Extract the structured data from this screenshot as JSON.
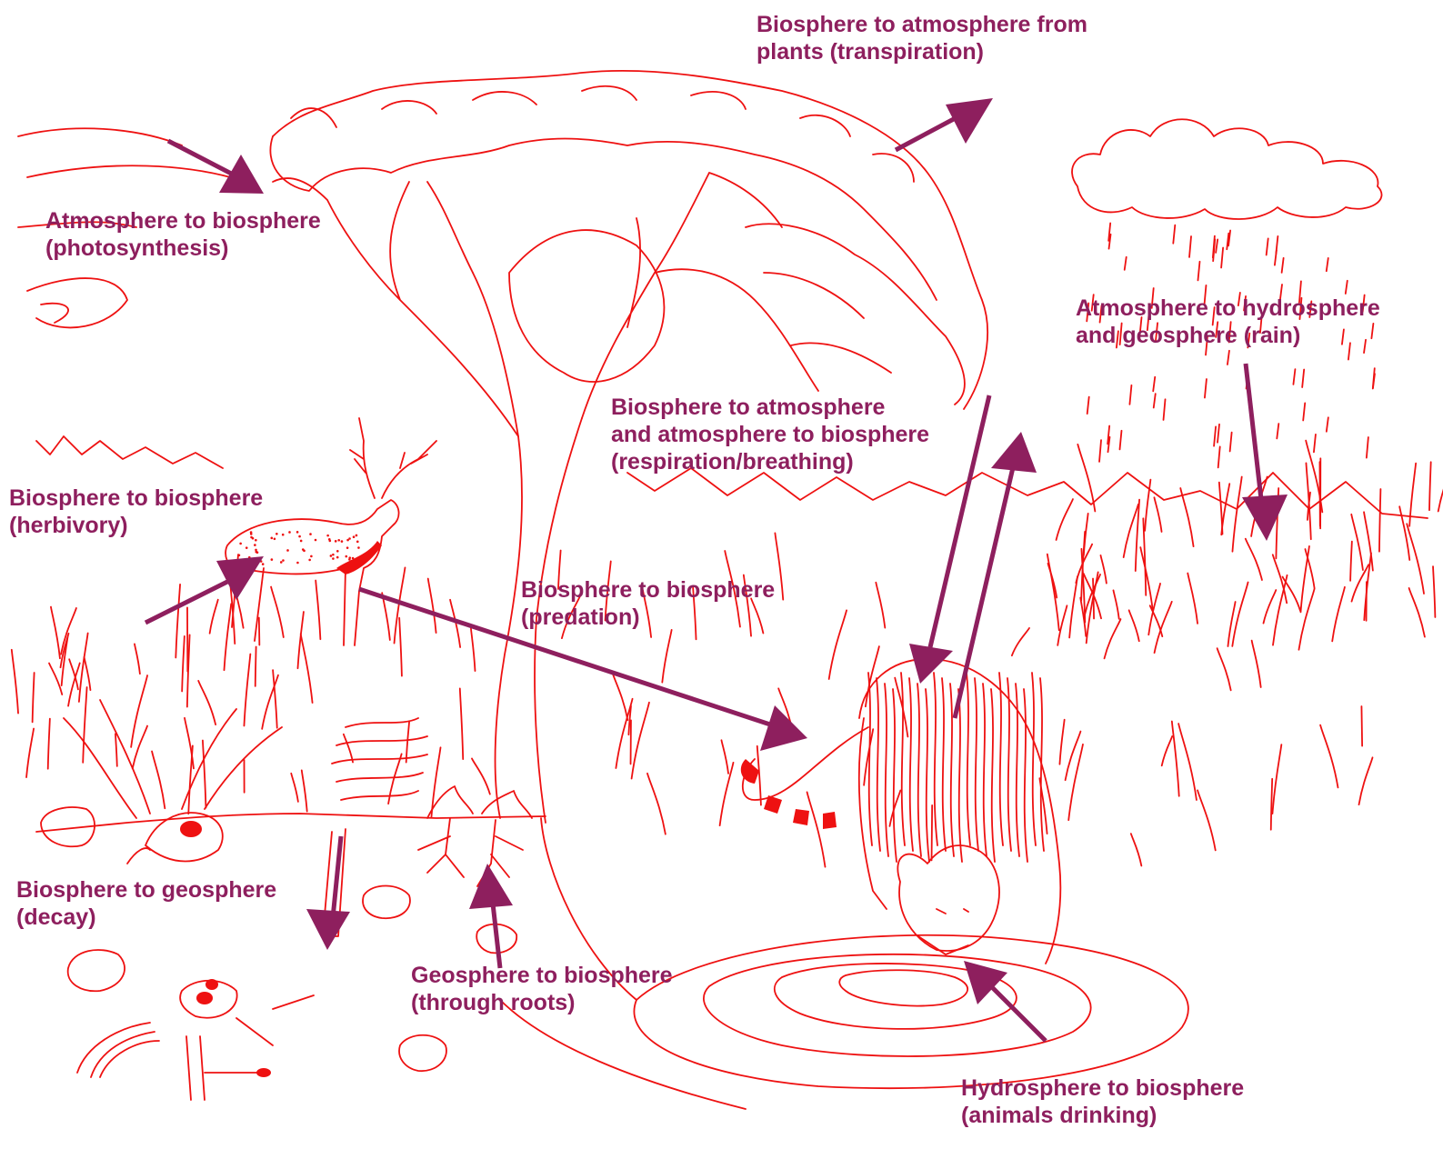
{
  "colors": {
    "label": "#8e1f5e",
    "sketch": "#ee1111",
    "background": "#ffffff"
  },
  "labels": {
    "photosynthesis": [
      "Atmosphere to biosphere",
      "(photosynthesis)"
    ],
    "transpiration": [
      "Biosphere to atmosphere from",
      "plants (transpiration)"
    ],
    "rain": [
      "Atmosphere to hydrosphere",
      "and geosphere (rain)"
    ],
    "respiration": [
      "Biosphere to atmosphere",
      "and atmosphere to biosphere",
      "(respiration/breathing)"
    ],
    "herbivory": [
      "Biosphere to biosphere",
      "(herbivory)"
    ],
    "predation": [
      "Biosphere to biosphere",
      "(predation)"
    ],
    "decay": [
      "Biosphere to geosphere",
      "(decay)"
    ],
    "roots": [
      "Geosphere to biosphere",
      "(through roots)"
    ],
    "drinking": [
      "Hydrosphere to biosphere",
      "(animals drinking)"
    ]
  },
  "illustration": [
    "tree-icon",
    "cloud-icon",
    "rain-icon",
    "deer-icon",
    "tiger-icon",
    "skeleton-icon",
    "plant-roots-icon",
    "water-pond-icon",
    "rocks-icon",
    "grass-icon"
  ]
}
